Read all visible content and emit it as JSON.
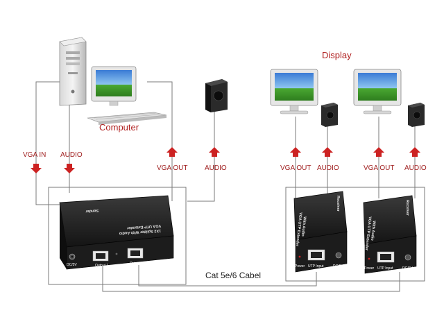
{
  "computer_label": "Computer",
  "display_label": "Display",
  "cable_label": "Cat 5e/6 Cabel",
  "signals": {
    "vga_in": "VGA IN",
    "audio_in": "AUDIO",
    "vga_out_pc": "VGA OUT",
    "audio_pc_speaker": "AUDIO",
    "vga_out_r1": "VGA OUT",
    "audio_r1": "AUDIO",
    "vga_out_r2": "VGA OUT",
    "audio_r2": "AUDIO"
  },
  "sender": {
    "name": "Sender",
    "line1": "VGA UTP Extender",
    "line2": "1X2 Splitter With Audio",
    "port_dc": "DC/5V",
    "port_out1": "Output 1",
    "port_out2": "Output 2"
  },
  "receiver": {
    "name": "Receiver",
    "line1": "VGA UTP Extender",
    "line2": "With Audio",
    "port_power": "Power",
    "port_utp": "UTP Input",
    "port_dc": "DC/5V"
  },
  "colors": {
    "label_red": "#a02020",
    "arrow_red": "#cc2222",
    "device_body": "#1e1e1e",
    "wire": "#7a7a7a"
  }
}
